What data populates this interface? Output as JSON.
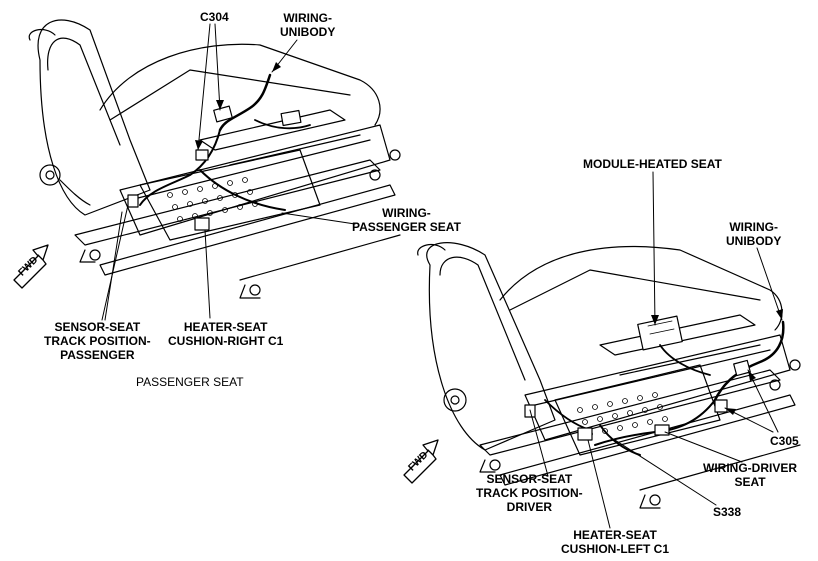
{
  "labels": {
    "c304": "C304",
    "wiring_unibody_top": "WIRING-\nUNIBODY",
    "wiring_passenger_seat": "WIRING-\nPASSENGER SEAT",
    "sensor_seat_passenger": "SENSOR-SEAT\nTRACK POSITION-\nPASSENGER",
    "heater_seat_right": "HEATER-SEAT\nCUSHION-RIGHT C1",
    "passenger_seat_caption": "PASSENGER SEAT",
    "module_heated_seat": "MODULE-HEATED SEAT",
    "wiring_unibody_right": "WIRING-\nUNIBODY",
    "c305": "C305",
    "wiring_driver_seat": "WIRING-DRIVER\nSEAT",
    "s338": "S338",
    "sensor_seat_driver": "SENSOR-SEAT\nTRACK POSITION-\nDRIVER",
    "heater_seat_left": "HEATER-SEAT\nCUSHION-LEFT C1",
    "fwd_top": "FWD",
    "fwd_bottom": "FWD"
  }
}
